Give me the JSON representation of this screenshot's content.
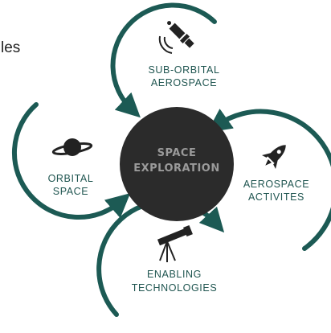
{
  "header_fragment": "les",
  "center": {
    "line1": "SPACE",
    "line2": "EXPLORATION"
  },
  "nodes": {
    "top": {
      "line1": "SUB-ORBITAL",
      "line2": "AEROSPACE",
      "icon": "satellite-icon"
    },
    "right": {
      "line1": "AEROSPACE",
      "line2": "ACTIVITES",
      "icon": "rocket-icon"
    },
    "bottom": {
      "line1": "ENABLING",
      "line2": "TECHNOLOGIES",
      "icon": "telescope-icon"
    },
    "left": {
      "line1": "ORBITAL",
      "line2": "SPACE",
      "icon": "planet-icon"
    }
  },
  "colors": {
    "ring": "#1c5a54",
    "center_fill": "#2b2b2b",
    "center_text": "#9a9a9a",
    "label": "#1f5550"
  }
}
